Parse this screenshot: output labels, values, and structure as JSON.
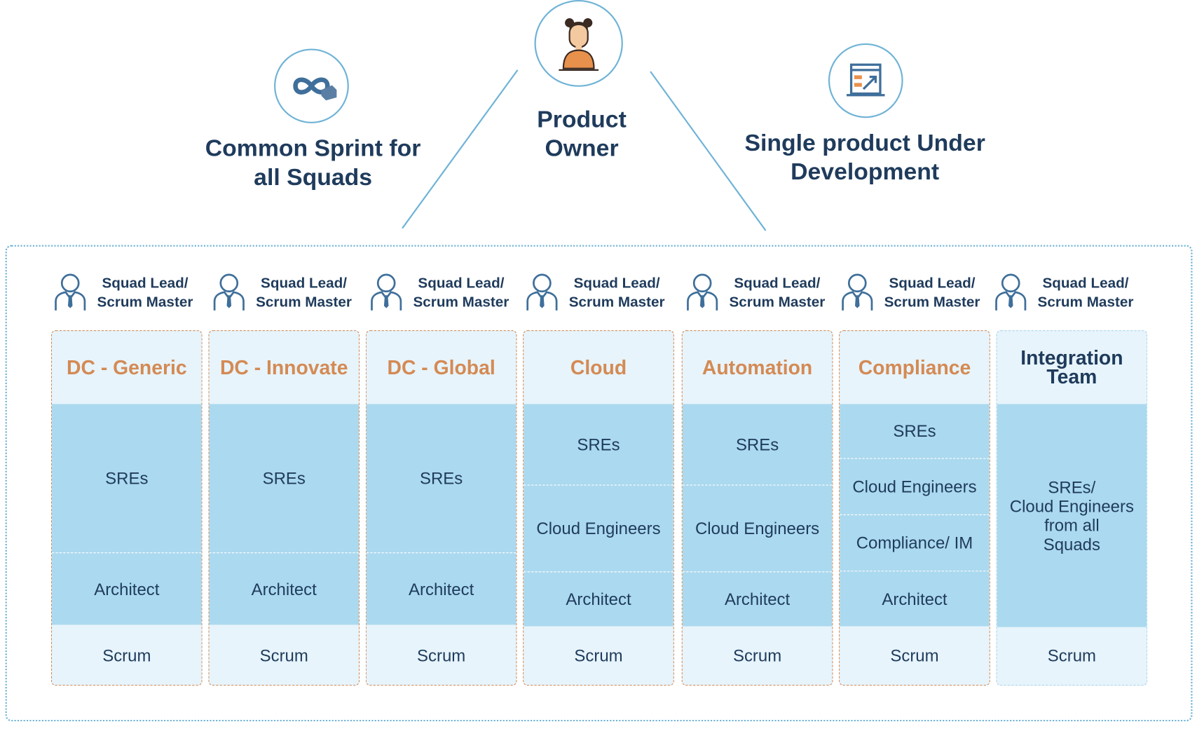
{
  "colors": {
    "accent_orange": "#d48a54",
    "navy": "#1f3b5c",
    "cell_blue": "#abd9ef",
    "light_blue": "#e7f4fb",
    "line_blue": "#6fb3d6"
  },
  "top": {
    "sprint": {
      "icon": "infinity-icon",
      "label": "Common Sprint for\nall Squads"
    },
    "owner": {
      "icon": "product-owner-avatar-icon",
      "label": "Product\nOwner"
    },
    "product": {
      "icon": "product-chart-icon",
      "label": "Single product Under\nDevelopment"
    }
  },
  "lead_label": "Squad Lead/\nScrum Master",
  "lead_icon": "person-icon",
  "squads": [
    {
      "title": "DC - Generic",
      "cells": [
        "SREs",
        "Architect"
      ],
      "scrum": "Scrum"
    },
    {
      "title": "DC - Innovate",
      "cells": [
        "SREs",
        "Architect"
      ],
      "scrum": "Scrum"
    },
    {
      "title": "DC - Global",
      "cells": [
        "SREs",
        "Architect"
      ],
      "scrum": "Scrum"
    },
    {
      "title": "Cloud",
      "cells": [
        "SREs",
        "Cloud Engineers",
        "Architect"
      ],
      "scrum": "Scrum"
    },
    {
      "title": "Automation",
      "cells": [
        "SREs",
        "Cloud Engineers",
        "Architect"
      ],
      "scrum": "Scrum"
    },
    {
      "title": "Compliance",
      "cells": [
        "SREs",
        "Cloud Engineers",
        "Compliance/ IM",
        "Architect"
      ],
      "scrum": "Scrum"
    },
    {
      "title": "Integration\nTeam",
      "cells": [
        "SREs/\nCloud Engineers\nfrom all\nSquads"
      ],
      "scrum": "Scrum"
    }
  ]
}
